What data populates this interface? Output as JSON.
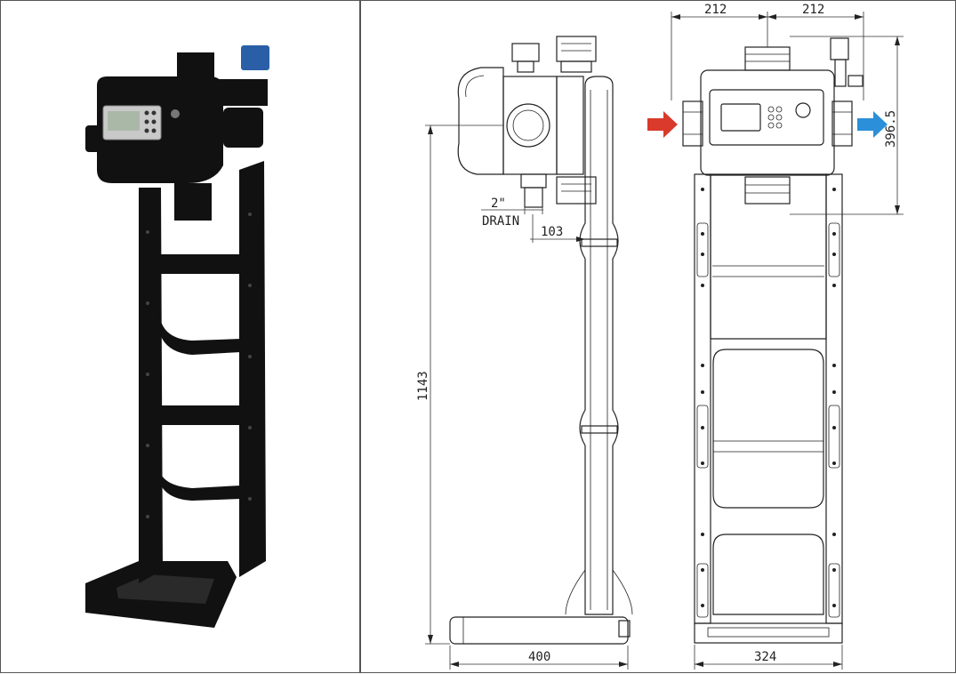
{
  "panels": {
    "photo": {},
    "drawing": {
      "dimensions": {
        "top_left_width": "212",
        "top_right_width": "212",
        "valve_height": "396.5",
        "total_height": "1143",
        "base_depth": "400",
        "base_width": "324",
        "drain_offset": "103",
        "drain_size": "2\"",
        "drain_label": "DRAIN"
      },
      "arrows": {
        "inlet_color": "#d93a2b",
        "outlet_color": "#2b8fd9"
      }
    }
  }
}
